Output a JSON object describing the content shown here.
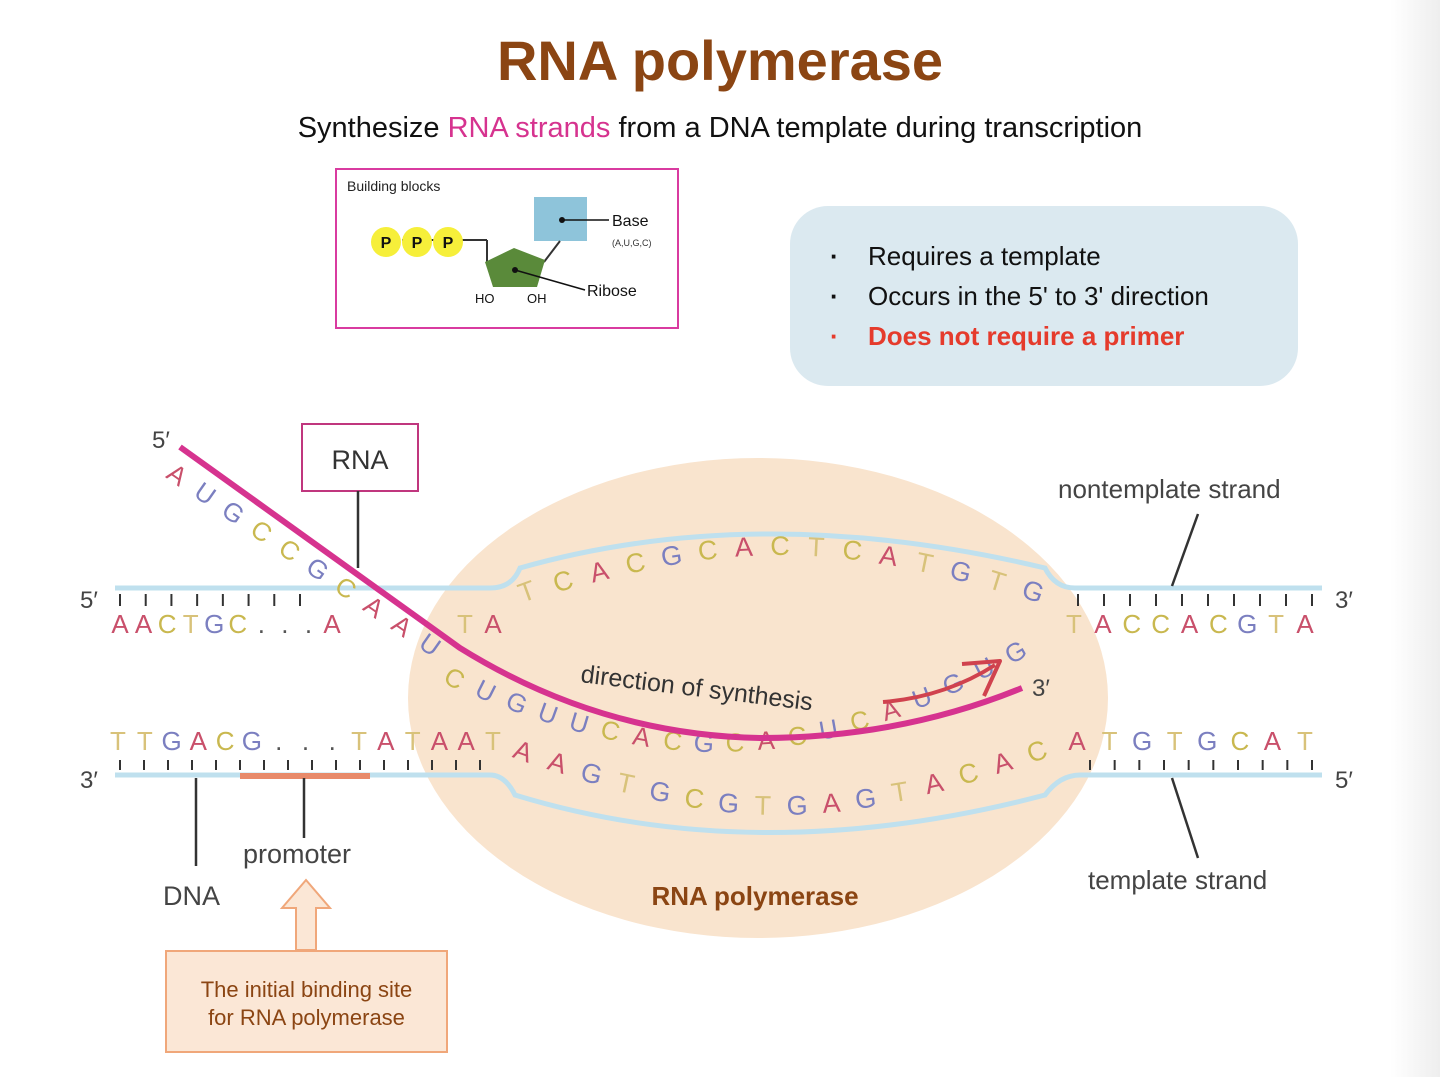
{
  "title": "RNA polymerase",
  "subtitle": {
    "before": "Synthesize ",
    "highlight": "RNA strands",
    "after": " from a DNA template during transcription"
  },
  "building_blocks": {
    "title": "Building blocks",
    "phosphate": "P",
    "base_label": "Base",
    "base_sub": "(A,U,G,C)",
    "ribose_label": "Ribose",
    "ho": "HO",
    "oh": "OH"
  },
  "properties": [
    "Requires a template",
    "Occurs in the 5' to 3' direction",
    "Does not require a primer"
  ],
  "diagram": {
    "rna_box_label": "RNA",
    "rna_5prime": "5′",
    "rna_3prime": "3′",
    "rna_sequence": "AUGCCGCAAUCUGUUCACGCACUCAUGUG",
    "top_left_5prime": "5′",
    "top_right_3prime": "3′",
    "bottom_left_3prime": "3′",
    "bottom_right_5prime": "5′",
    "top_left_seq": "AACTGC...A",
    "top_ta": "TA",
    "bubble_top_seq": "TCACGCACTCATGTG",
    "top_right_seq": "TACCACGTA",
    "bottom_left_seq": "TTGACG...TATAAT",
    "bubble_bottom_seq": "AAGTGCGTGAGTACAC",
    "bottom_right_seq": "ATGTGCAT",
    "direction_label": "direction of synthesis",
    "nontemplate_label": "nontemplate strand",
    "template_label": "template strand",
    "dna_label": "DNA",
    "promoter_label": "promoter",
    "polymerase_label": "RNA polymerase",
    "callout_line1": "The initial binding site",
    "callout_line2": "for RNA polymerase"
  },
  "colors": {
    "title": "#8b4513",
    "rna_strand": "#d6338f",
    "dna_strand": "#bfe0ee",
    "polymerase": "#f9e4ce",
    "arrow": "#d0424e",
    "primer_note": "#e53b2c",
    "base_A": "#c9506b",
    "base_C": "#c9b84f",
    "base_G": "#7b7fc0",
    "base_T": "#d8c27a",
    "base_U": "#7b7fc0"
  }
}
